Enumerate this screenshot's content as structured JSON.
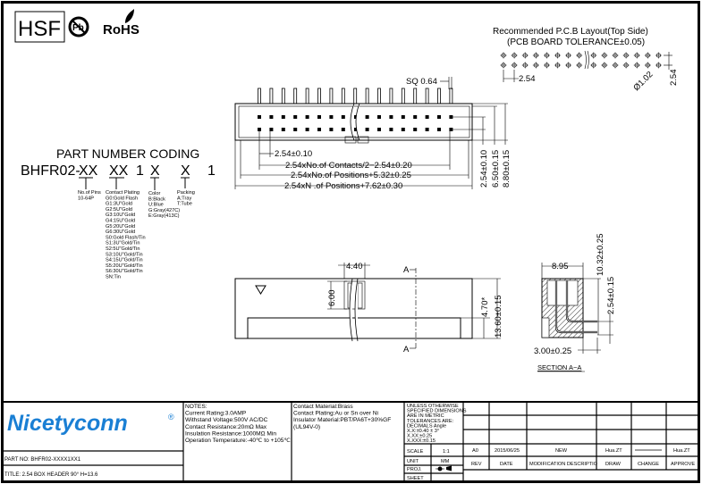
{
  "logos": {
    "hsf": "HSF",
    "pb": "Pb",
    "rohs": "RoHS"
  },
  "coding": {
    "title": "PART NUMBER CODING",
    "prefix": "BHFR02-",
    "segments": [
      "XX",
      "XX",
      "1",
      "X",
      "X",
      "1"
    ],
    "pins": [
      "No.of Pins",
      "10-64P"
    ],
    "plating": [
      "Contact Plating",
      "G0:Gold Flash",
      "G1:3U\"Gold",
      "G2:5U\"Gold",
      "G3:10U\"Gold",
      "G4:15U\"Gold",
      "G5:20U\"Gold",
      "G6:30U\"Gold",
      "S0:Gold Flash/Tin",
      "S1:3U\"Gold/Tin",
      "S2:5U\"Gold/Tin",
      "S3:10U\"Gold/Tin",
      "S4:15U\"Gold/Tin",
      "S5:20U\"Gold/Tin",
      "S6:30U\"Gold/Tin",
      "SN:Tin"
    ],
    "color": [
      "Color",
      "B:Black",
      "U:Blue",
      "G:Gray(427C)",
      "E:Gray(413C)"
    ],
    "packing": [
      "Packing",
      "A:Tray",
      "T:Tube"
    ]
  },
  "pcb": {
    "title": "Recommended P.C.B Layout(Top Side)",
    "subtitle": "(PCB BOARD TOLERANCE±0.05)",
    "pitch": "2.54",
    "hole": "Ø1.02",
    "row_pitch": "2.54"
  },
  "top_view": {
    "sq": "SQ 0.64",
    "d1": "2.54±0.10",
    "d2": "2.54xNo.of Contacts/2−2.54±0.20",
    "d3": "2.54xNo.of Positions+5.32±0.25",
    "d4": "2.54xN .of Positions+7.62±0.30",
    "v1": "2.54±0.10",
    "v2": "6.50±0.15",
    "v3": "8.80±0.15"
  },
  "front_view": {
    "w": "4.40",
    "h": "6.00",
    "a": "A",
    "h1": "4.70*",
    "h2": "13.60±0.15"
  },
  "section": {
    "w": "8.95",
    "h1": "10.32±0.25",
    "h2": "2.54±0.15",
    "tail": "3.00±0.25",
    "label": "SECTION A−A"
  },
  "title_block": {
    "brand": "Nicetyconn",
    "reg": "®",
    "part_no": "PART NO: BHFR02-XXXX1XX1",
    "title": "TITLE: 2.54 BOX HEADER 90° H=13.6",
    "notes": [
      "NOTES:",
      "Current Rating:3.0AMP",
      "Withstand Voltage:500V AC/DC",
      "Contact Resistance:20mΩ Max",
      "Insulation Resistance:1000MΩ Min",
      "Operation Temperature:-40℃ to +105℃"
    ],
    "materials": [
      "Contact Material:Brass",
      "Contact Plating:Au or Sn over Ni",
      "Insulator Material:PBT/PA6T+30%GF",
      "(UL94V-0)"
    ],
    "tolerance": [
      "UNLESS OTHERWISE",
      "SPECIFIED DIMENSIONS",
      "ARE IN METRIC",
      "TOLERANCES  ARE:",
      "DECIMALS      Angle",
      "  X.X:±0.40       ± 3°",
      "  X.XX:±0.25",
      "  X.XXX:±0.15"
    ],
    "scale_label": "SCALE",
    "scale": "1:1",
    "unit_label": "UNIT",
    "unit": "MM",
    "proj_label": "PROJ.",
    "sheet_label": "SHEET",
    "revision": {
      "rev": "A0",
      "date": "2015/06/25",
      "desc": "NEW",
      "draw": "Hua.ZT",
      "approve": "Hua.ZT"
    },
    "headers": [
      "REV",
      "DATE",
      "MODIFICATION DESCRIPTIO",
      "DRAW",
      "CHANGE",
      "APPROVE"
    ]
  }
}
